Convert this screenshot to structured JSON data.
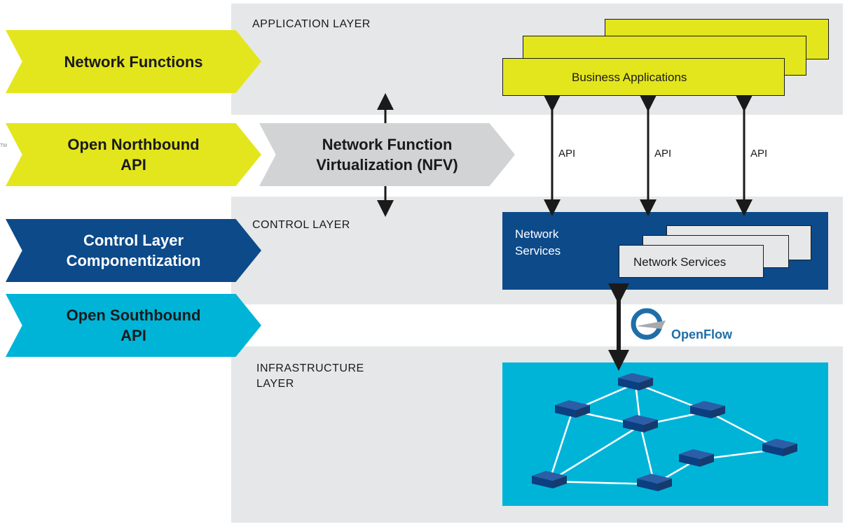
{
  "layers": {
    "application": "APPLICATION LAYER",
    "control": "CONTROL LAYER",
    "infrastructure_line1": "INFRASTRUCTURE",
    "infrastructure_line2": "LAYER"
  },
  "left_chevrons": [
    {
      "lines": [
        "Network Functions"
      ],
      "color": "#e3e61d"
    },
    {
      "lines": [
        "Open Northbound",
        "API"
      ],
      "color": "#e3e61d"
    },
    {
      "lines": [
        "Control Layer",
        "Componentization"
      ],
      "color": "#0c4a8a"
    },
    {
      "lines": [
        "Open Southbound",
        "API"
      ],
      "color": "#00b4d8"
    }
  ],
  "nfv": {
    "lines": [
      "Network Function",
      "Virtualization (NFV)"
    ],
    "color": "#d1d3d4"
  },
  "tm_mark": "TM",
  "business_apps": {
    "label": "Business Applications",
    "color": "#e3e61d"
  },
  "api_labels": [
    "API",
    "API",
    "API"
  ],
  "network_services": {
    "title_line1": "Network",
    "title_line2": "Services",
    "inner_label": "Network Services",
    "color": "#0c4a8a"
  },
  "openflow": {
    "label": "OpenFlow",
    "color": "#1e6fa8"
  },
  "infrastructure_panel": {
    "color": "#00b4d8"
  }
}
